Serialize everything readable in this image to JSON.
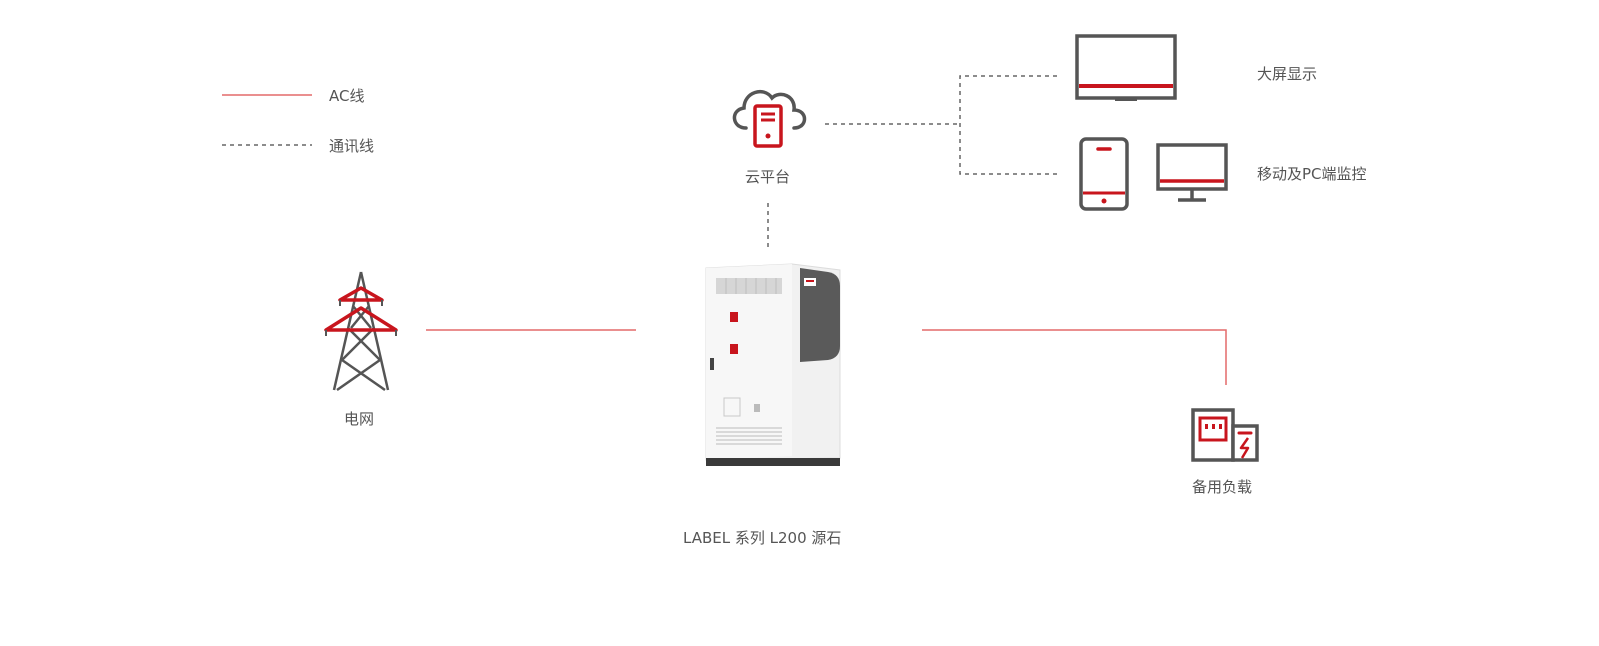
{
  "legend": {
    "ac_label": "AC线",
    "comm_label": "通讯线"
  },
  "nodes": {
    "cloud": "云平台",
    "big_screen": "大屏显示",
    "mobile_pc": "移动及PC端监控",
    "grid": "电网",
    "product": "LABEL 系列 L200 源石",
    "backup_load": "备用负载"
  },
  "colors": {
    "accent_red": "#c8151d",
    "ac_line": "#e46a6a",
    "icon_gray": "#555555",
    "dashed_gray": "#666666"
  },
  "icons": {
    "cloud": "cloud-server-icon",
    "big_screen": "large-display-icon",
    "tablet": "tablet-icon",
    "monitor": "monitor-icon",
    "grid": "power-tower-icon",
    "backup_load": "load-cabinet-icon",
    "product": "energy-storage-cabinet"
  }
}
